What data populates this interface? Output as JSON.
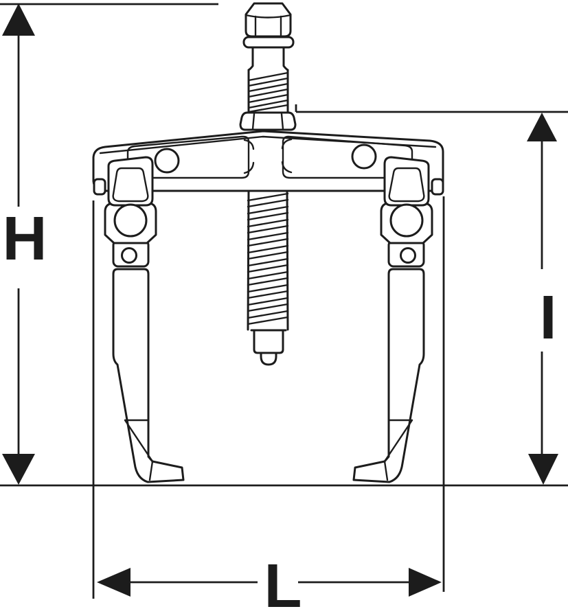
{
  "diagram": {
    "background_color": "#ffffff",
    "line_color": "#1c1c1c",
    "labels": {
      "overall_height": "H",
      "working_depth": "I",
      "span": "L"
    }
  }
}
